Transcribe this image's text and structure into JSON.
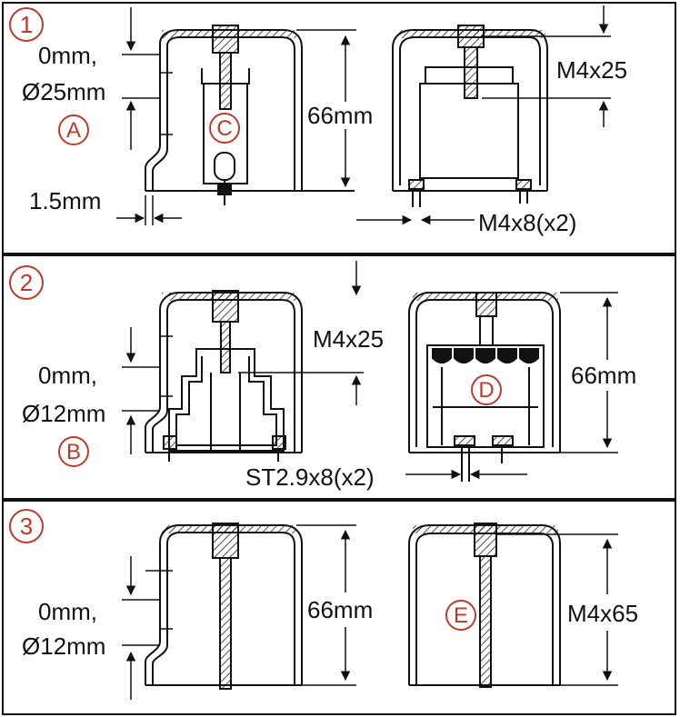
{
  "panels": [
    {
      "step": "1",
      "labels": {
        "offset_left": "0mm,",
        "diameter_left": "Ø25mm",
        "marker_left": "A",
        "marker_center": "C",
        "height": "66mm",
        "thickness": "1.5mm",
        "screw_top": "M4x25",
        "screw_side": "M4x8(x2)"
      }
    },
    {
      "step": "2",
      "labels": {
        "offset_left": "0mm,",
        "diameter_left": "Ø12mm",
        "marker_left": "B",
        "screw_top": "M4x25",
        "height": "66mm",
        "marker_right": "D",
        "screw_side": "ST2.9x8(x2)"
      }
    },
    {
      "step": "3",
      "labels": {
        "offset_left": "0mm,",
        "diameter_left": "Ø12mm",
        "height": "66mm",
        "marker_right": "E",
        "screw_long": "M4x65"
      }
    }
  ],
  "colors": {
    "accent": "#c0392b",
    "line": "#111111"
  }
}
